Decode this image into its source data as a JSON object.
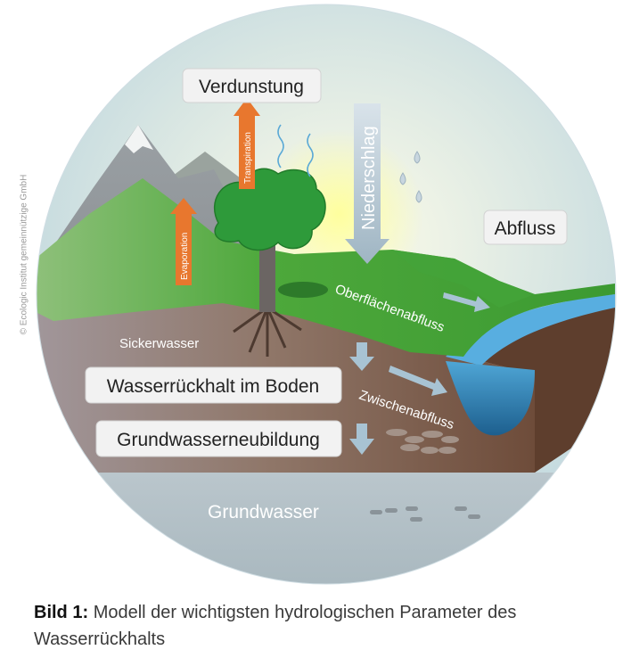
{
  "copyright": "© Ecologic Institut gemeinnützige GmbH",
  "labels": {
    "verdunstung": "Verdunstung",
    "niederschlag": "Niederschlag",
    "abfluss": "Abfluss",
    "transpiration": "Transpiration",
    "evaporation": "Evaporation",
    "oberflaechenabfluss": "Oberflächenabfluss",
    "sickerwasser": "Sickerwasser",
    "wasserrueckhalt": "Wasserrückhalt im Boden",
    "zwischenabfluss": "Zwischenabfluss",
    "grundwasserneubildung": "Grundwasserneubildung",
    "grundwasser": "Grundwasser"
  },
  "caption": {
    "label": "Bild 1:",
    "text": "Modell der wichtigsten hydrologischen Parameter des Wasserrückhalts"
  },
  "colors": {
    "sky": "#d8e8ee",
    "grass": "#52a83c",
    "soil": "#7a5a48",
    "water": "#2a7fae",
    "arrow_orange": "#e8772e",
    "arrow_grey": "#8fa9b8"
  }
}
